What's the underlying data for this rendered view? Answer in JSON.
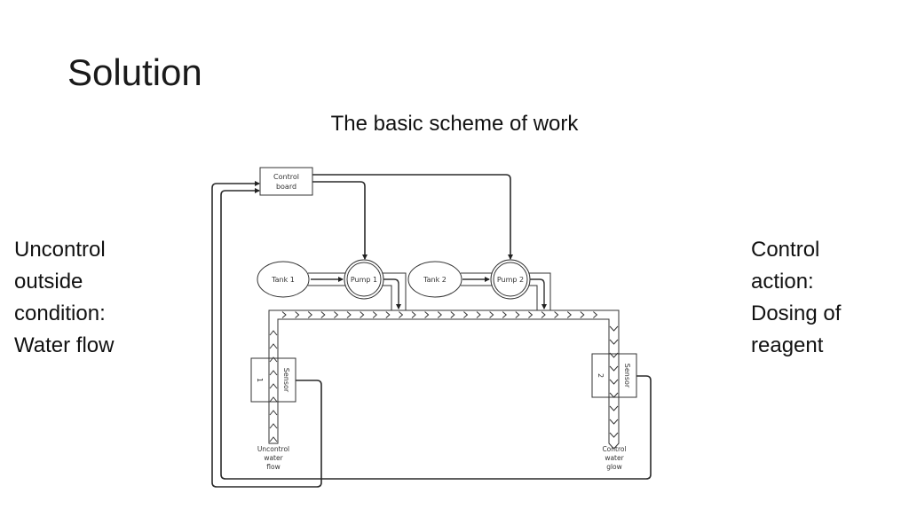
{
  "slide": {
    "title": "Solution",
    "subtitle": "The basic scheme of work"
  },
  "left_note": {
    "lines": [
      "Uncontrol",
      "outside",
      "condition:",
      "Water flow"
    ]
  },
  "right_note": {
    "lines": [
      "Control",
      "action:",
      "Dosing of",
      "reagent"
    ]
  },
  "diagram": {
    "control_board": {
      "line1": "Control",
      "line2": "board"
    },
    "tank1": "Tank 1",
    "pump1": "Pump 1",
    "tank2": "Tank 2",
    "pump2": "Pump 2",
    "sensor1": {
      "label": "Sensor",
      "number": "1"
    },
    "sensor2": {
      "label": "Sensor",
      "number": "2"
    },
    "inlet_label": {
      "line1": "Uncontrol",
      "line2": "water",
      "line3": "flow"
    },
    "outlet_label": {
      "line1": "Control",
      "line2": "water",
      "line3": "glow"
    }
  }
}
